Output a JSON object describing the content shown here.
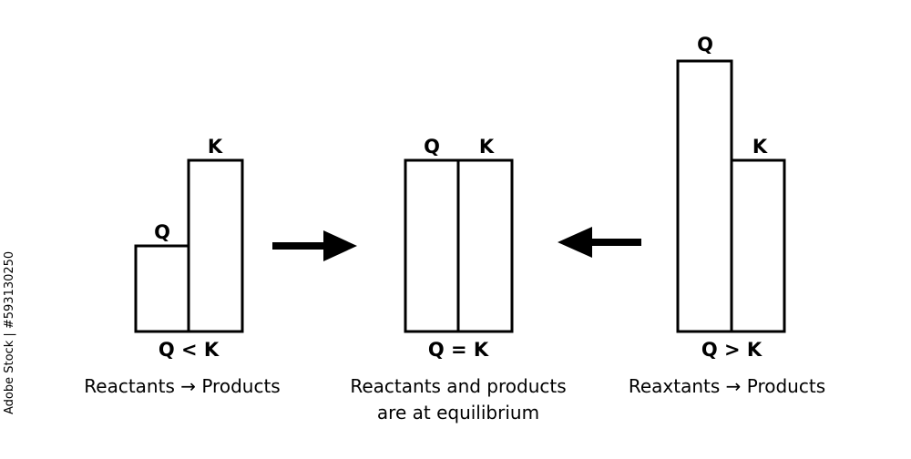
{
  "panels": [
    {
      "bar_left_label": "Q",
      "bar_right_label": "K",
      "relation": "Q < K",
      "caption_lines": [
        "Reactants → Products"
      ]
    },
    {
      "bar_left_label": "Q",
      "bar_right_label": "K",
      "relation": "Q = K",
      "caption_lines": [
        "Reactants and products",
        "are at equilibrium"
      ]
    },
    {
      "bar_left_label": "Q",
      "bar_right_label": "K",
      "relation": "Q > K",
      "caption_lines": [
        "Reaxtants → Products"
      ]
    }
  ],
  "arrows": [
    {
      "direction": "right"
    },
    {
      "direction": "left"
    }
  ],
  "watermark": "Adobe Stock | #593130250",
  "colors": {
    "stroke": "#000000",
    "background": "#ffffff"
  }
}
